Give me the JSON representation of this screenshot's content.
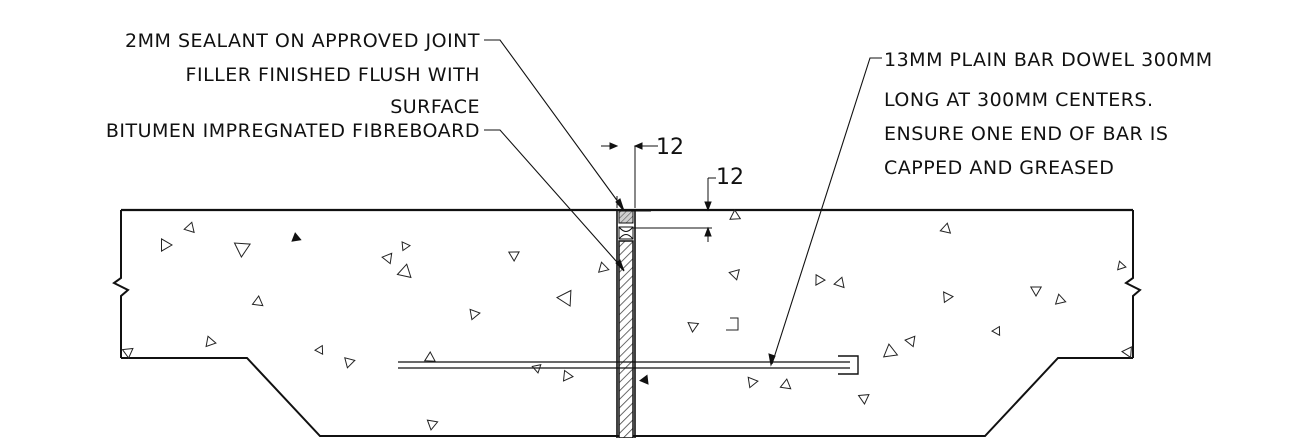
{
  "notes": {
    "sealant_line1": "2MM SEALANT ON APPROVED JOINT",
    "sealant_line2": "FILLER FINISHED FLUSH WITH",
    "sealant_line3": "SURFACE",
    "fibreboard": "BITUMEN IMPREGNATED FIBREBOARD",
    "dowel_line1": "13MM PLAIN BAR DOWEL 300MM",
    "dowel_line2": "LONG AT 300MM CENTERS.",
    "dowel_line3": "ENSURE ONE END OF BAR IS",
    "dowel_line4": "CAPPED AND GREASED"
  },
  "dimensions": {
    "joint_width": "12",
    "sealant_depth": "12"
  }
}
